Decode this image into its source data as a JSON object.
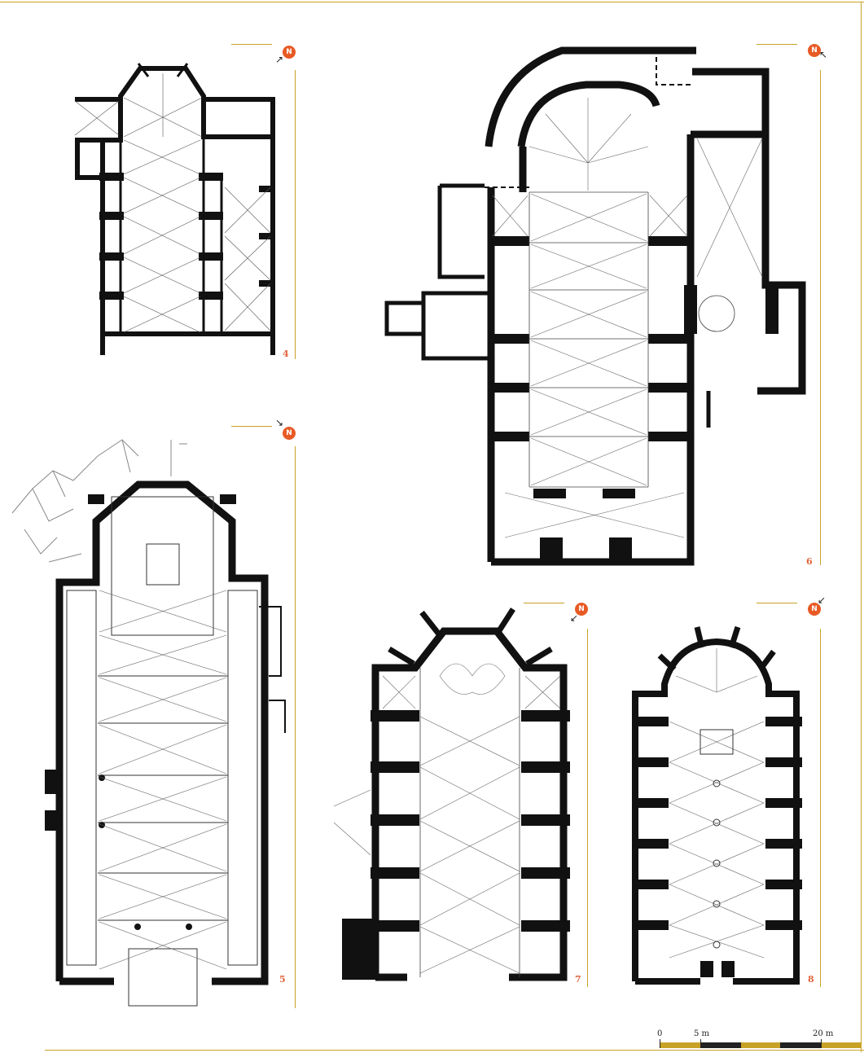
{
  "plans": [
    {
      "id": "4",
      "number": "4",
      "north": "N"
    },
    {
      "id": "5",
      "number": "5",
      "north": "N"
    },
    {
      "id": "6",
      "number": "6",
      "north": "N"
    },
    {
      "id": "7",
      "number": "7",
      "north": "N"
    },
    {
      "id": "8",
      "number": "8",
      "north": "N"
    }
  ],
  "scale_bar": {
    "labels": [
      "0",
      "5 m",
      "20 m"
    ]
  },
  "colors": {
    "accent_rule": "#c8a227",
    "number": "#e0633a",
    "north_badge": "#e85a24",
    "wall": "#111111"
  }
}
